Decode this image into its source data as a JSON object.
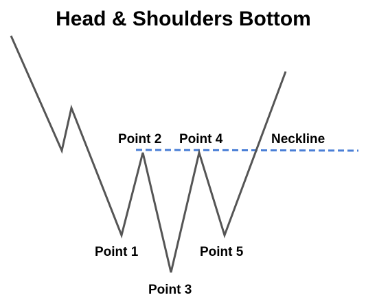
{
  "title": "Head & Shoulders Bottom",
  "labels": {
    "point1": "Point 1",
    "point2": "Point 2",
    "point3": "Point 3",
    "point4": "Point 4",
    "point5": "Point 5",
    "neckline": "Neckline"
  },
  "colors": {
    "price_line": "#555555",
    "neckline": "#4a7fd6",
    "text": "#000000",
    "background": "#ffffff"
  }
}
